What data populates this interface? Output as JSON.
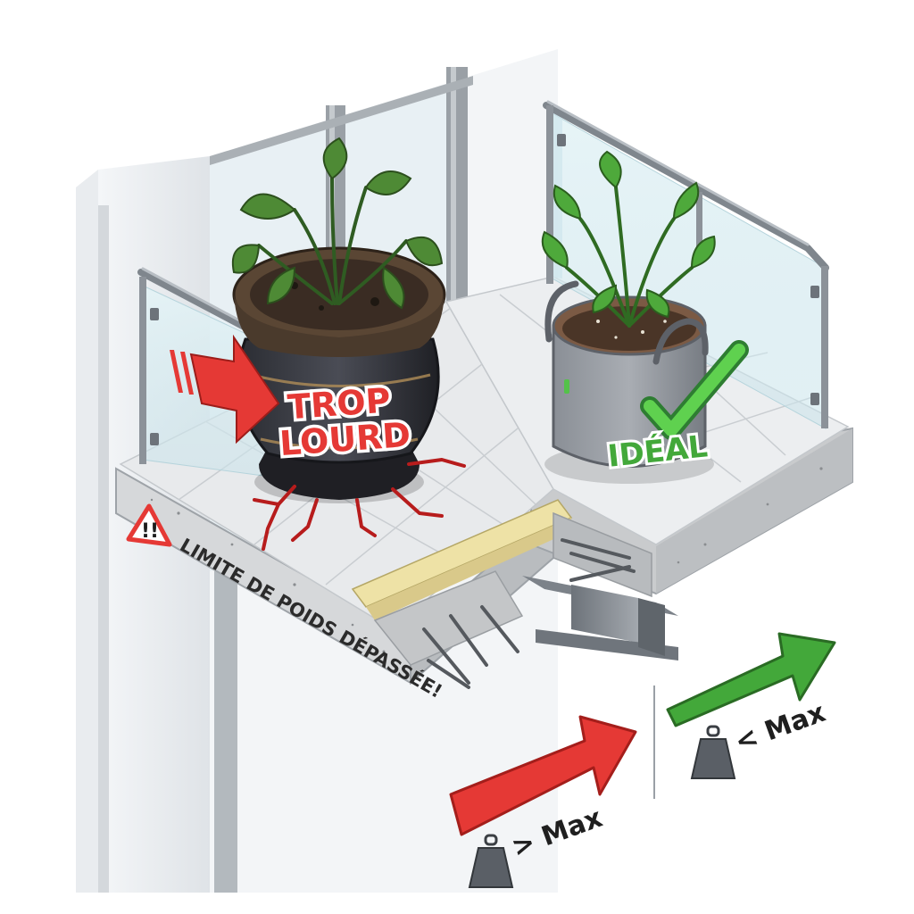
{
  "labels": {
    "heavy_pot": [
      "TROP",
      "LOURD"
    ],
    "ideal_bag": "IDÉAL",
    "warning": "LIMITE DE POIDS DÉPASSÉE!",
    "over_max": "> Max",
    "under_max": "< Max"
  },
  "icons": {
    "warning": "warning-triangle-icon",
    "check": "check-mark-icon",
    "weight": "weight-icon",
    "arrow": "arrow-icon"
  },
  "colors": {
    "danger": "#e53935",
    "ok": "#43a83a",
    "crack": "#b71c1c",
    "concrete": "#c9cbcd",
    "tile": "#e6e8ea",
    "insulation": "#eee2a6",
    "glass": "#d8eef2",
    "rail": "#8c9299",
    "soil": "#3a2c23",
    "leaf": "#4e9a3b"
  }
}
